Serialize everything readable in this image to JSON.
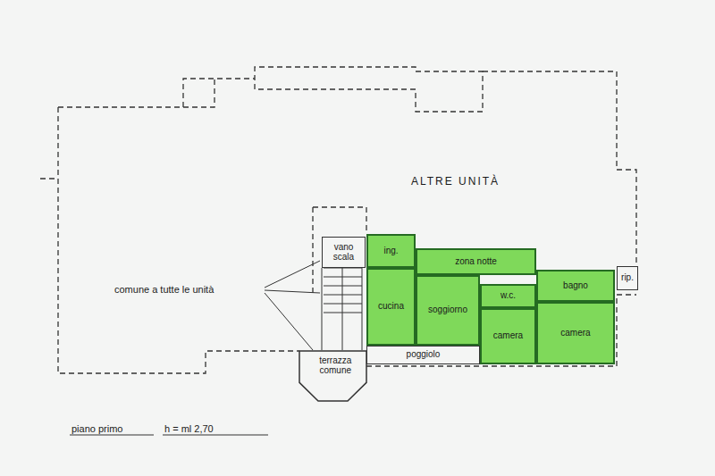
{
  "diagram": {
    "nodes": [
      {
        "text": [
          "ALTRE UNITÀ"
        ]
      },
      {
        "text": [
          "vano scala"
        ],
        "in": 0
      },
      {
        "text": [
          "ing."
        ],
        "in": 0
      },
      {
        "text": [
          "zona notte"
        ],
        "in": 0
      },
      {
        "text": [
          "rip."
        ],
        "in": 0
      },
      {
        "text": [
          "bagno"
        ],
        "in": 0
      },
      {
        "text": [
          "w.c."
        ],
        "in": 0
      },
      {
        "text": [
          "cucina"
        ],
        "in": 0
      },
      {
        "text": [
          "soggiorno"
        ],
        "in": 0
      },
      {
        "text": [
          "camera"
        ],
        "in": 0
      },
      {
        "text": [
          "camera"
        ],
        "in": 0
      },
      {
        "text": [
          "terrazza comune"
        ],
        "in": 0
      },
      {
        "text": [
          "poggiolo"
        ],
        "in": 0
      }
    ],
    "labels": [
      "comune a tutte le unità",
      "piano primo",
      "h = ml 2,70"
    ]
  }
}
